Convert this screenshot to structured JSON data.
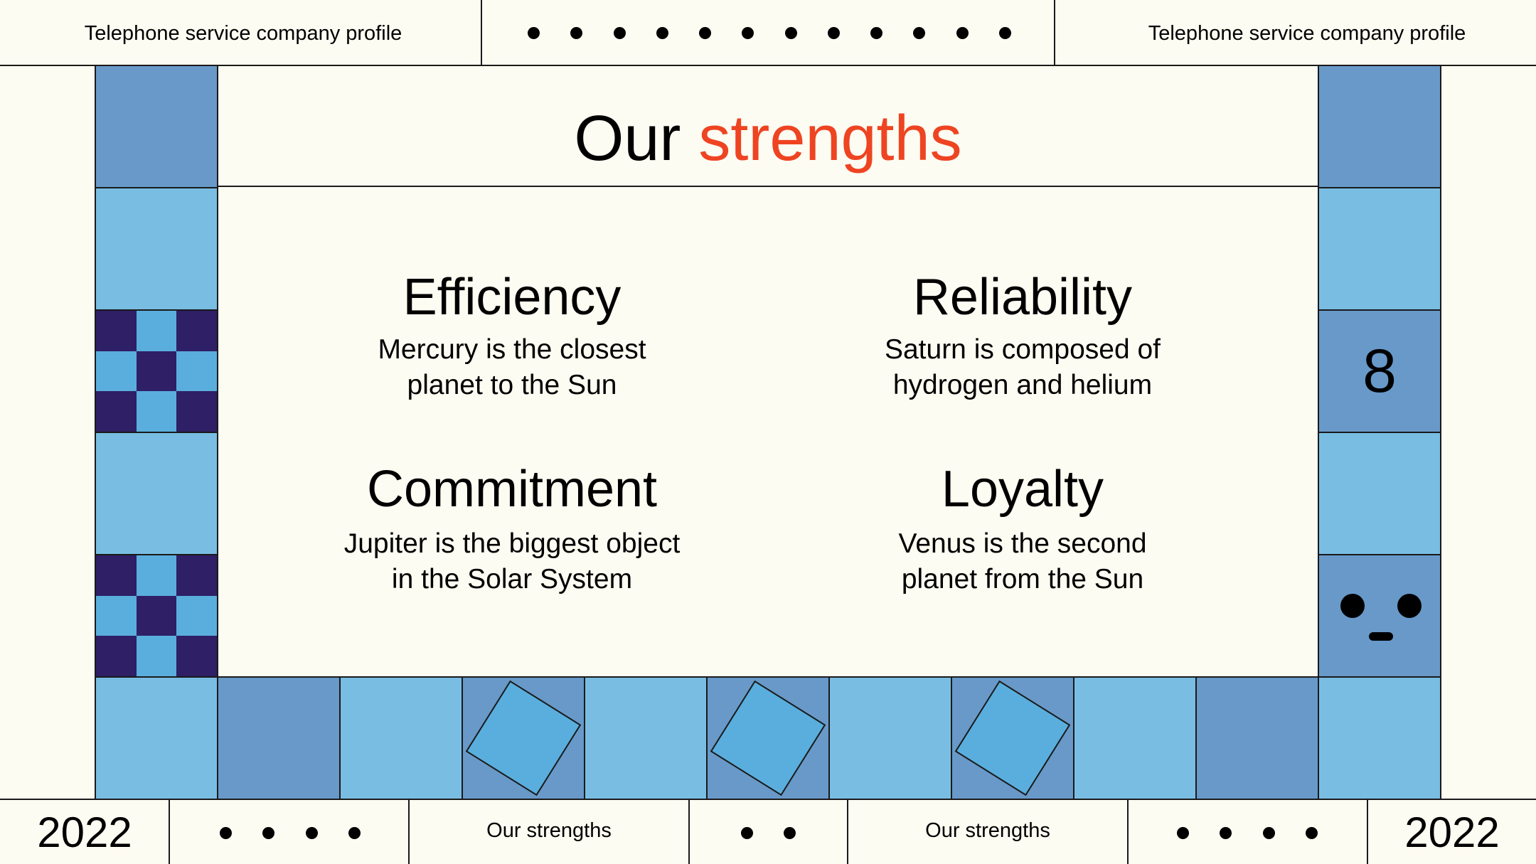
{
  "header": {
    "left_text": "Telephone service company profile",
    "right_text": "Telephone service company profile",
    "dot_count": 12
  },
  "slide": {
    "title_part1": "Our",
    "title_part2": "strengths",
    "accent_color": "#ee4422",
    "page_number": "8"
  },
  "strengths": [
    {
      "title": "Efficiency",
      "line1": "Mercury is the closest",
      "line2": "planet to the Sun"
    },
    {
      "title": "Reliability",
      "line1": "Saturn is composed of",
      "line2": "hydrogen and helium"
    },
    {
      "title": "Commitment",
      "line1": "Jupiter is the biggest object",
      "line2": "in the Solar System"
    },
    {
      "title": "Loyalty",
      "line1": "Venus is the second",
      "line2": "planet from the Sun"
    }
  ],
  "footer": {
    "year_left": "2022",
    "year_right": "2022",
    "section_label_1": "Our strengths",
    "section_label_2": "Our strengths"
  },
  "colors": {
    "background": "#fdfcf2",
    "tile_mid_blue": "#6899c9",
    "tile_light_blue": "#79bde3",
    "tile_dark_purple": "#2e1f66",
    "tile_bright_blue": "#5aaedd"
  }
}
